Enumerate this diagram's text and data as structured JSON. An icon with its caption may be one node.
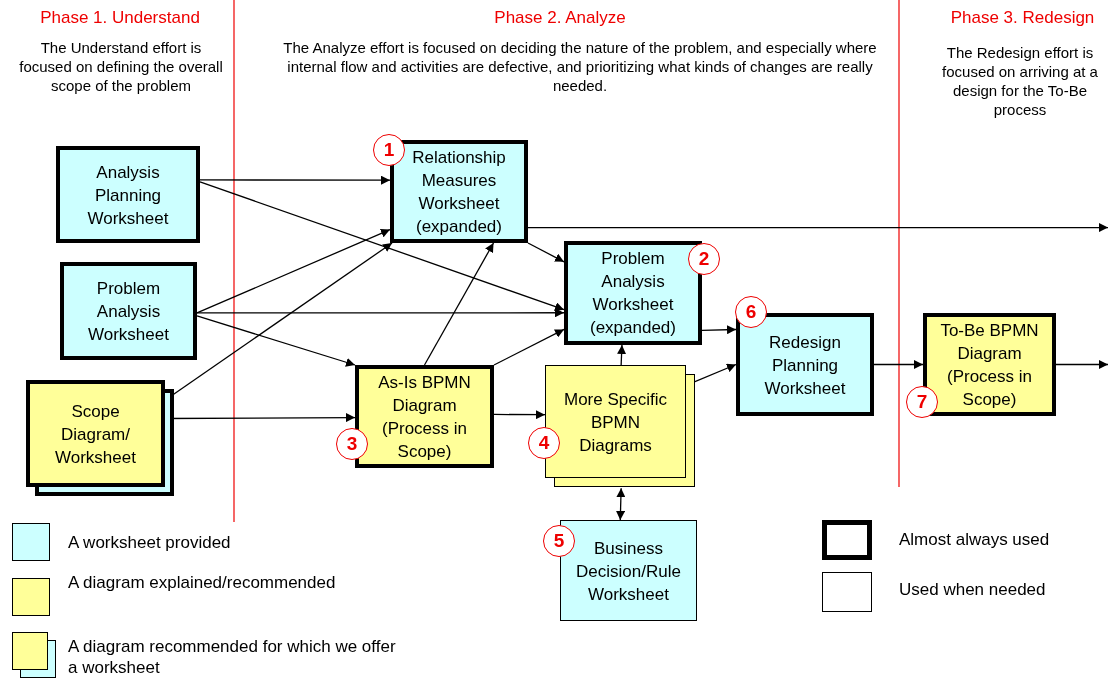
{
  "diagram": {
    "nodes": [
      {
        "text": [
          "Analysis Planning Worksheet"
        ]
      },
      {
        "text": [
          "Problem Analysis Worksheet"
        ]
      },
      {
        "text": [
          "Scope Diagram/ Worksheet"
        ]
      },
      {
        "text": [
          "Relationship Measures Worksheet (expanded)"
        ],
        "beside": [
          "1"
        ]
      },
      {
        "text": [
          "Problem Analysis Worksheet (expanded)"
        ],
        "beside": [
          "2"
        ]
      },
      {
        "text": [
          "As-Is BPMN Diagram (Process in Scope)"
        ],
        "beside": [
          "3"
        ]
      },
      {
        "text": [
          "More Specific BPMN Diagrams"
        ],
        "beside": [
          "4"
        ]
      },
      {
        "text": [
          "Redesign Planning Worksheet"
        ],
        "beside": [
          "6"
        ]
      },
      {
        "text": [
          "To-Be BPMN Diagram (Process in Scope)"
        ],
        "beside": [
          "7"
        ]
      },
      {
        "text": [
          "Business Decision/Rule Worksheet"
        ],
        "beside": [
          "5"
        ]
      }
    ],
    "edges": [
      {
        "from": 0,
        "to": 3,
        "arrow": "to"
      },
      {
        "from": 0,
        "to": 4,
        "arrow": "to"
      },
      {
        "from": 1,
        "to": 3,
        "arrow": "to"
      },
      {
        "from": 1,
        "to": 4,
        "arrow": "to"
      },
      {
        "from": 1,
        "to": 5,
        "arrow": "to"
      },
      {
        "from": 2,
        "to": 3,
        "arrow": "to"
      },
      {
        "from": 2,
        "to": 5,
        "arrow": "to"
      },
      {
        "from": 5,
        "to": 3,
        "arrow": "to"
      },
      {
        "from": 3,
        "to": 4,
        "arrow": "to"
      },
      {
        "from": 3,
        "to": null,
        "arrow": "to"
      },
      {
        "from": 5,
        "to": 4,
        "arrow": "to"
      },
      {
        "from": 5,
        "to": 6,
        "arrow": "to"
      },
      {
        "from": 6,
        "to": 4,
        "arrow": "to"
      },
      {
        "from": 6,
        "to": 7,
        "arrow": "to"
      },
      {
        "from": 4,
        "to": 7,
        "arrow": "to"
      },
      {
        "from": 7,
        "to": 8,
        "arrow": "to"
      },
      {
        "from": 8,
        "to": null,
        "arrow": "to"
      },
      {
        "from": 6,
        "to": 9,
        "arrow": "both"
      }
    ],
    "labels": [
      "Phase 1. Understand",
      "Phase 2. Analyze",
      "Phase 3. Redesign",
      "The Understand effort is focused on defining the overall scope of the problem",
      "The Analyze effort is focused on deciding the nature of the problem, and especially where internal flow and activities are defective, and prioritizing what kinds of changes are really needed.",
      "The Redesign effort is focused on arriving at a design for the To-Be process"
    ],
    "legend": [
      {
        "text": "A worksheet provided",
        "color": "#ccffff"
      },
      {
        "text": "A diagram explained/recommended",
        "color": "#ffff99"
      },
      {
        "text": "A diagram recommended for which we offer a worksheet",
        "color": "#ffff99"
      },
      {
        "text": "Almost always used"
      },
      {
        "text": "Used when needed"
      }
    ]
  }
}
